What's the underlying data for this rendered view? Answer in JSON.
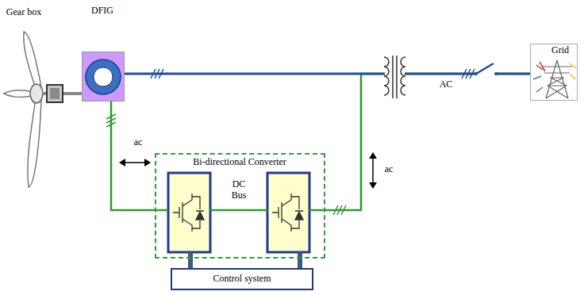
{
  "diagram": {
    "nodes": [
      {
        "text": [
          "Gear box"
        ]
      },
      {
        "text": [
          "DFIG"
        ]
      },
      {
        "text": [
          "Bi-directional Converter",
          "DC Bus"
        ]
      },
      {
        "text": [
          "Control system"
        ]
      },
      {
        "text": [
          "Grid"
        ]
      }
    ],
    "edges": [
      {
        "from": 0,
        "to": 1,
        "arrow": "none"
      },
      {
        "from": 1,
        "to": 2,
        "arrow": "none"
      },
      {
        "from": 2,
        "to": 4,
        "arrow": "none"
      },
      {
        "from": 1,
        "to": 4,
        "arrow": "none",
        "label": "AC"
      },
      {
        "from": 3,
        "to": 2,
        "arrow": "none"
      }
    ],
    "labels": [
      "ac",
      "ac"
    ]
  }
}
